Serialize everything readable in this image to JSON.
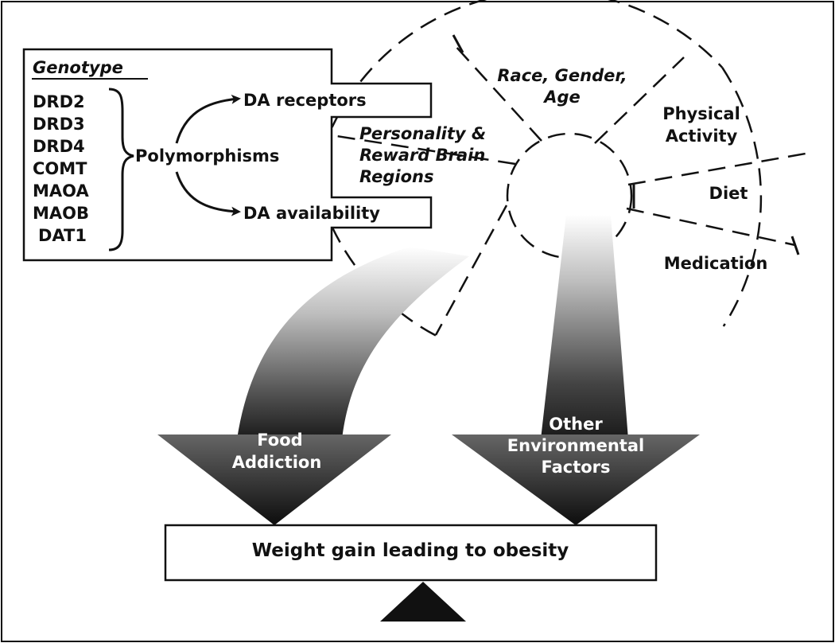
{
  "genotype": {
    "heading": "Genotype",
    "genes": [
      "DRD2",
      "DRD3",
      "DRD4",
      "COMT",
      "MAOA",
      "MAOB",
      "DAT1"
    ],
    "polymorphisms": "Polymorphisms",
    "da_receptors": "DA receptors",
    "da_availability": "DA availability"
  },
  "circle": {
    "personality": [
      "Personality &",
      "Reward Brain",
      "Regions"
    ],
    "race": [
      "Race, Gender,",
      "Age"
    ],
    "physical": [
      "Physical",
      "Activity"
    ],
    "diet": "Diet",
    "medication": "Medication"
  },
  "arrows": {
    "food_addiction": [
      "Food",
      "Addiction"
    ],
    "environmental": [
      "Other",
      "Environmental",
      "Factors"
    ]
  },
  "outcome": "Weight gain leading to obesity"
}
